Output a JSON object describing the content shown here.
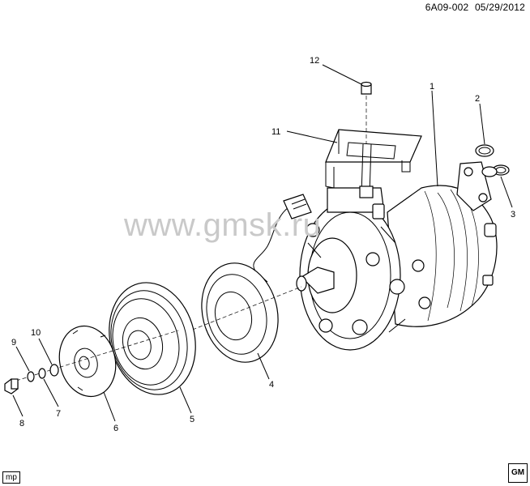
{
  "header": {
    "diagram_code": "6A09-002",
    "date": "05/29/2012"
  },
  "watermark": "www.gmsk.ru",
  "footer": {
    "tag": "mp",
    "logo_text": "GM"
  },
  "callouts": [
    {
      "id": "1",
      "text": "1"
    },
    {
      "id": "2",
      "text": "2"
    },
    {
      "id": "3",
      "text": "3"
    },
    {
      "id": "4",
      "text": "4"
    },
    {
      "id": "5",
      "text": "5"
    },
    {
      "id": "6",
      "text": "6"
    },
    {
      "id": "7",
      "text": "7"
    },
    {
      "id": "8",
      "text": "8"
    },
    {
      "id": "9",
      "text": "9"
    },
    {
      "id": "10",
      "text": "10"
    },
    {
      "id": "11",
      "text": "11"
    },
    {
      "id": "12",
      "text": "12"
    }
  ]
}
